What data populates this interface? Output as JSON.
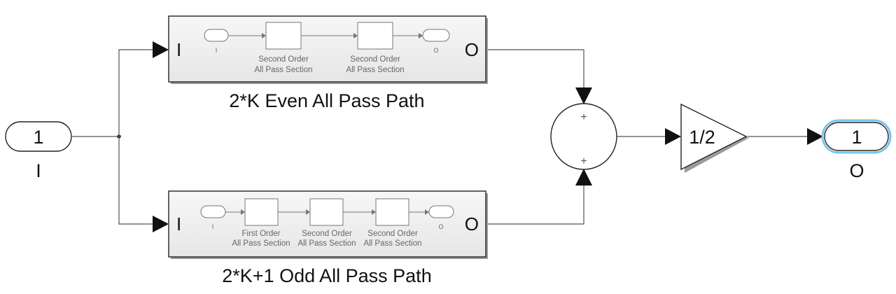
{
  "inport": {
    "number": "1",
    "label": "I"
  },
  "outport": {
    "number": "1",
    "label": "O"
  },
  "gain": {
    "value": "1/2"
  },
  "sum": {
    "signs": [
      "+",
      "+"
    ]
  },
  "even_path": {
    "caption": "2*K Even All Pass Path",
    "in_label": "I",
    "out_label": "O",
    "inner_in_label": "I",
    "inner_out_label": "O",
    "sections": [
      {
        "line1": "Second Order",
        "line2": "All Pass Section"
      },
      {
        "line1": "Second Order",
        "line2": "All Pass Section"
      }
    ]
  },
  "odd_path": {
    "caption": "2*K+1 Odd All Pass Path",
    "in_label": "I",
    "out_label": "O",
    "inner_in_label": "I",
    "inner_out_label": "O",
    "sections": [
      {
        "line1": "First Order",
        "line2": "All Pass Section"
      },
      {
        "line1": "Second Order",
        "line2": "All Pass Section"
      },
      {
        "line1": "Second Order",
        "line2": "All Pass Section"
      }
    ]
  }
}
